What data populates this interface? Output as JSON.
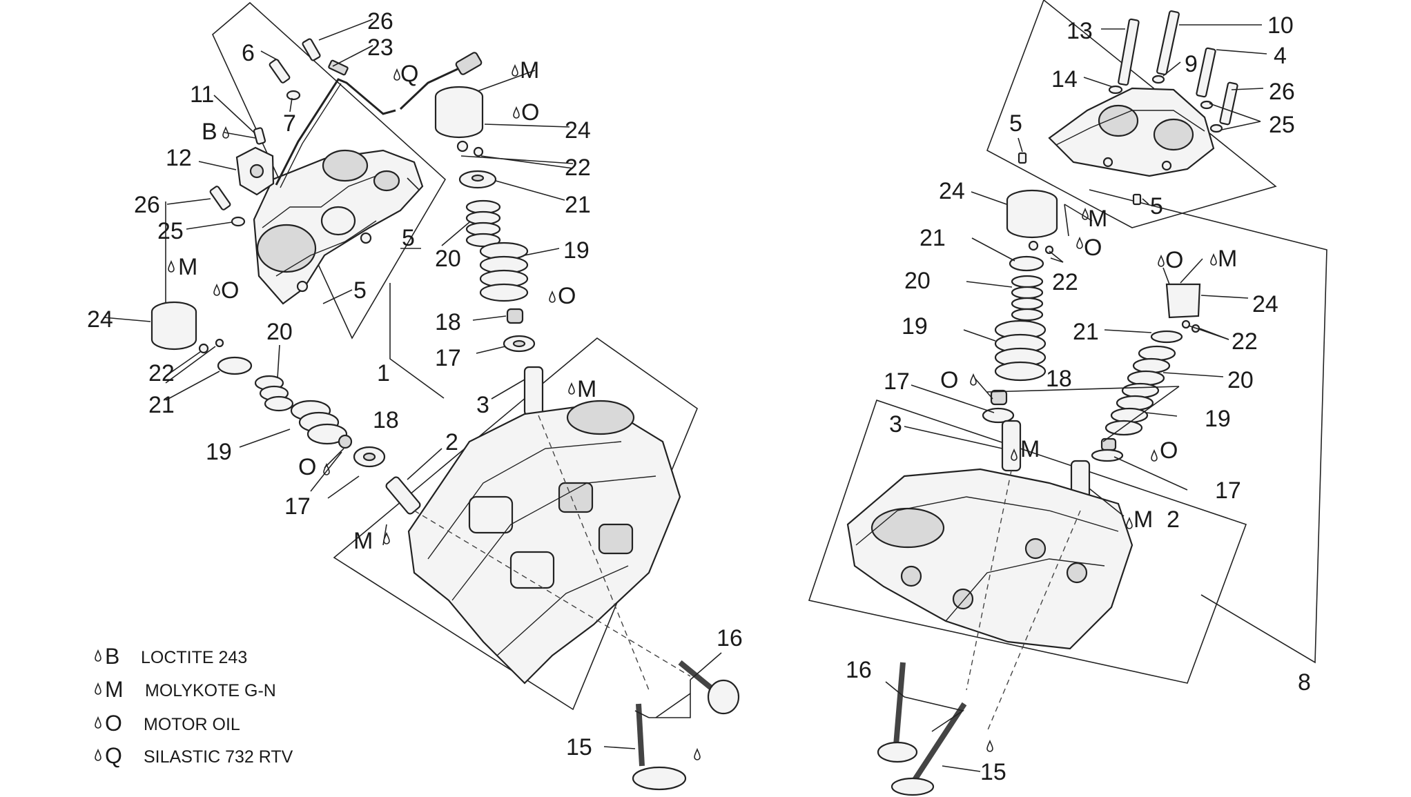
{
  "callouts": {
    "l_26a": "26",
    "l_23": "23",
    "l_6": "6",
    "l_q": "Q",
    "l_m1": "M",
    "l_7": "7",
    "l_11": "11",
    "l_o1": "O",
    "l_24a": "24",
    "l_b": "B",
    "l_22a": "22",
    "l_12": "12",
    "l_21a": "21",
    "l_26b": "26",
    "l_5a": "5",
    "l_25a": "25",
    "l_20a": "20",
    "l_19a": "19",
    "l_m2": "M",
    "l_o2": "O",
    "l_5b": "5",
    "l_24b": "24",
    "l_o3": "O",
    "l_18a": "18",
    "l_20b": "20",
    "l_1": "1",
    "l_17a": "17",
    "l_22b": "22",
    "l_3a": "3",
    "l_m3": "M",
    "l_21b": "21",
    "l_18b": "18",
    "l_2a": "2",
    "l_19b": "19",
    "l_o4": "O",
    "l_17b": "17",
    "l_m4": "M",
    "l_16a": "16",
    "l_15a": "15",
    "r_13": "13",
    "r_10": "10",
    "r_9": "9",
    "r_4": "4",
    "r_14": "14",
    "r_26": "26",
    "r_25": "25",
    "r_5a": "5",
    "r_5b": "5",
    "r_24a": "24",
    "r_m1": "M",
    "r_o1": "O",
    "r_21a": "21",
    "r_22a": "22",
    "r_o2": "O",
    "r_m2": "M",
    "r_20a": "20",
    "r_24b": "24",
    "r_19a": "19",
    "r_21b": "21",
    "r_22b": "22",
    "r_17a": "17",
    "r_18": "18",
    "r_o3": "O",
    "r_20b": "20",
    "r_3": "3",
    "r_m3": "M",
    "r_19b": "19",
    "r_o4": "O",
    "r_17b": "17",
    "r_m4": "M",
    "r_2": "2",
    "r_8": "8",
    "r_16": "16",
    "r_15": "15"
  },
  "legend": [
    {
      "letter": "B",
      "text": "LOCTITE 243"
    },
    {
      "letter": "M",
      "text": "MOLYKOTE G-N"
    },
    {
      "letter": "O",
      "text": "MOTOR OIL"
    },
    {
      "letter": "Q",
      "text": "SILASTIC 732 RTV"
    }
  ],
  "icons": {
    "drop": "drop-icon"
  }
}
